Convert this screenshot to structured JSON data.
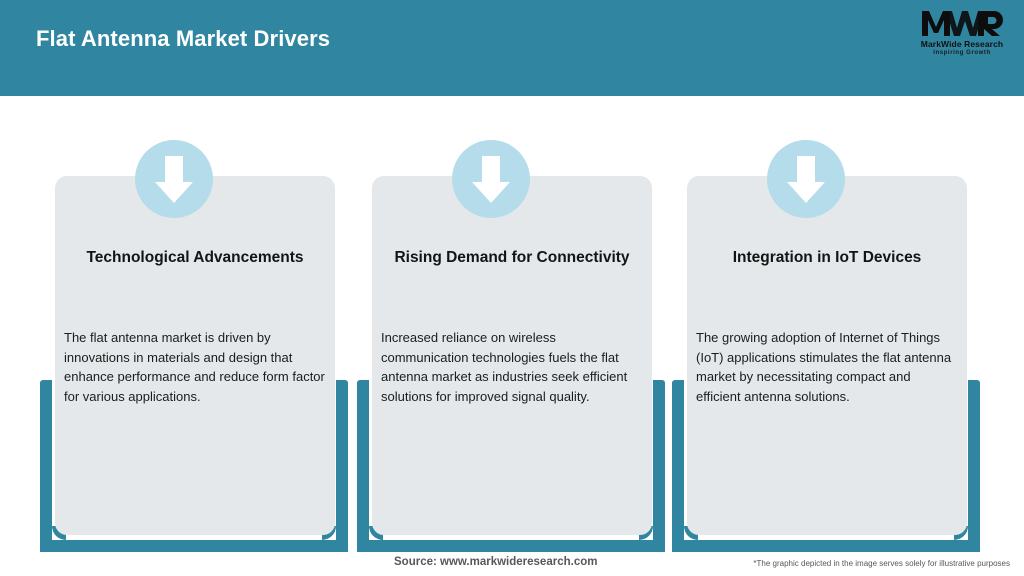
{
  "header": {
    "title": "Flat Antenna Market Drivers",
    "background_color": "#3086a0",
    "title_color": "#ffffff",
    "logo": {
      "mark": "MWR",
      "name": "MarkWide Research",
      "tagline": "Inspiring Growth"
    }
  },
  "theme": {
    "accent_teal": "#3086a0",
    "card_gray": "#e4e8ea",
    "badge_blue": "#b5dcea",
    "arrow_white": "#ffffff",
    "footer_gray": "#58585a"
  },
  "drivers": [
    {
      "icon": "down-arrow-icon",
      "heading": "Technological Advancements",
      "body": "The flat antenna market is driven by innovations in materials and design that enhance performance and reduce form factor for various applications."
    },
    {
      "icon": "down-arrow-icon",
      "heading": "Rising Demand for Connectivity",
      "body": "Increased reliance on wireless communication technologies fuels the flat antenna market as industries seek efficient solutions for improved signal quality."
    },
    {
      "icon": "down-arrow-icon",
      "heading": "Integration in IoT Devices",
      "body": "The growing adoption of Internet of Things (IoT) applications stimulates the flat antenna market by necessitating compact and efficient antenna solutions."
    }
  ],
  "footer": {
    "source": "Source: www.markwideresearch.com",
    "disclaimer": "*The graphic depicted in the image serves solely for illustrative purposes"
  }
}
